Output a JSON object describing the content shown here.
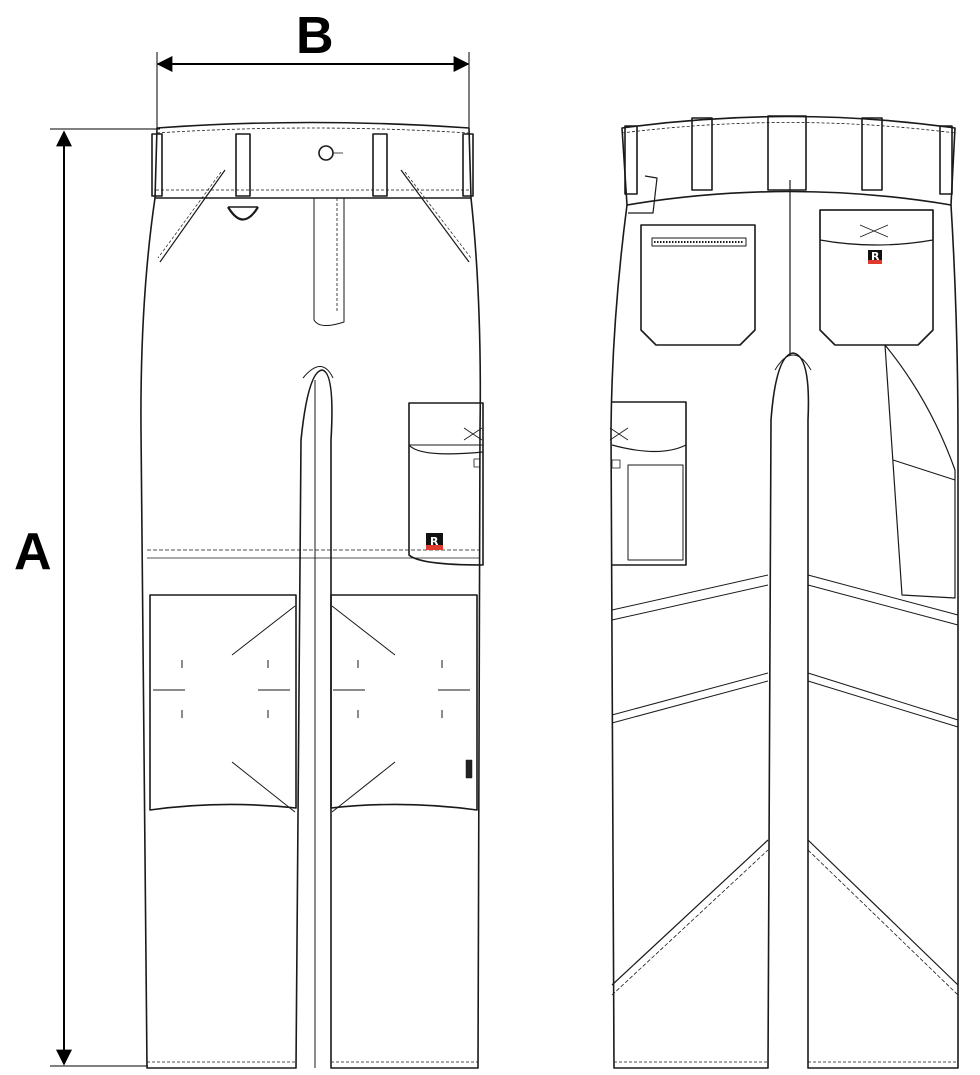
{
  "dimensions": {
    "width_label": "B",
    "length_label": "A"
  },
  "logo": {
    "letter": "R",
    "brand_color": "#e03a2f"
  },
  "colors": {
    "line": "#1a1a1a",
    "background": "#ffffff"
  },
  "views": [
    "front",
    "back"
  ]
}
